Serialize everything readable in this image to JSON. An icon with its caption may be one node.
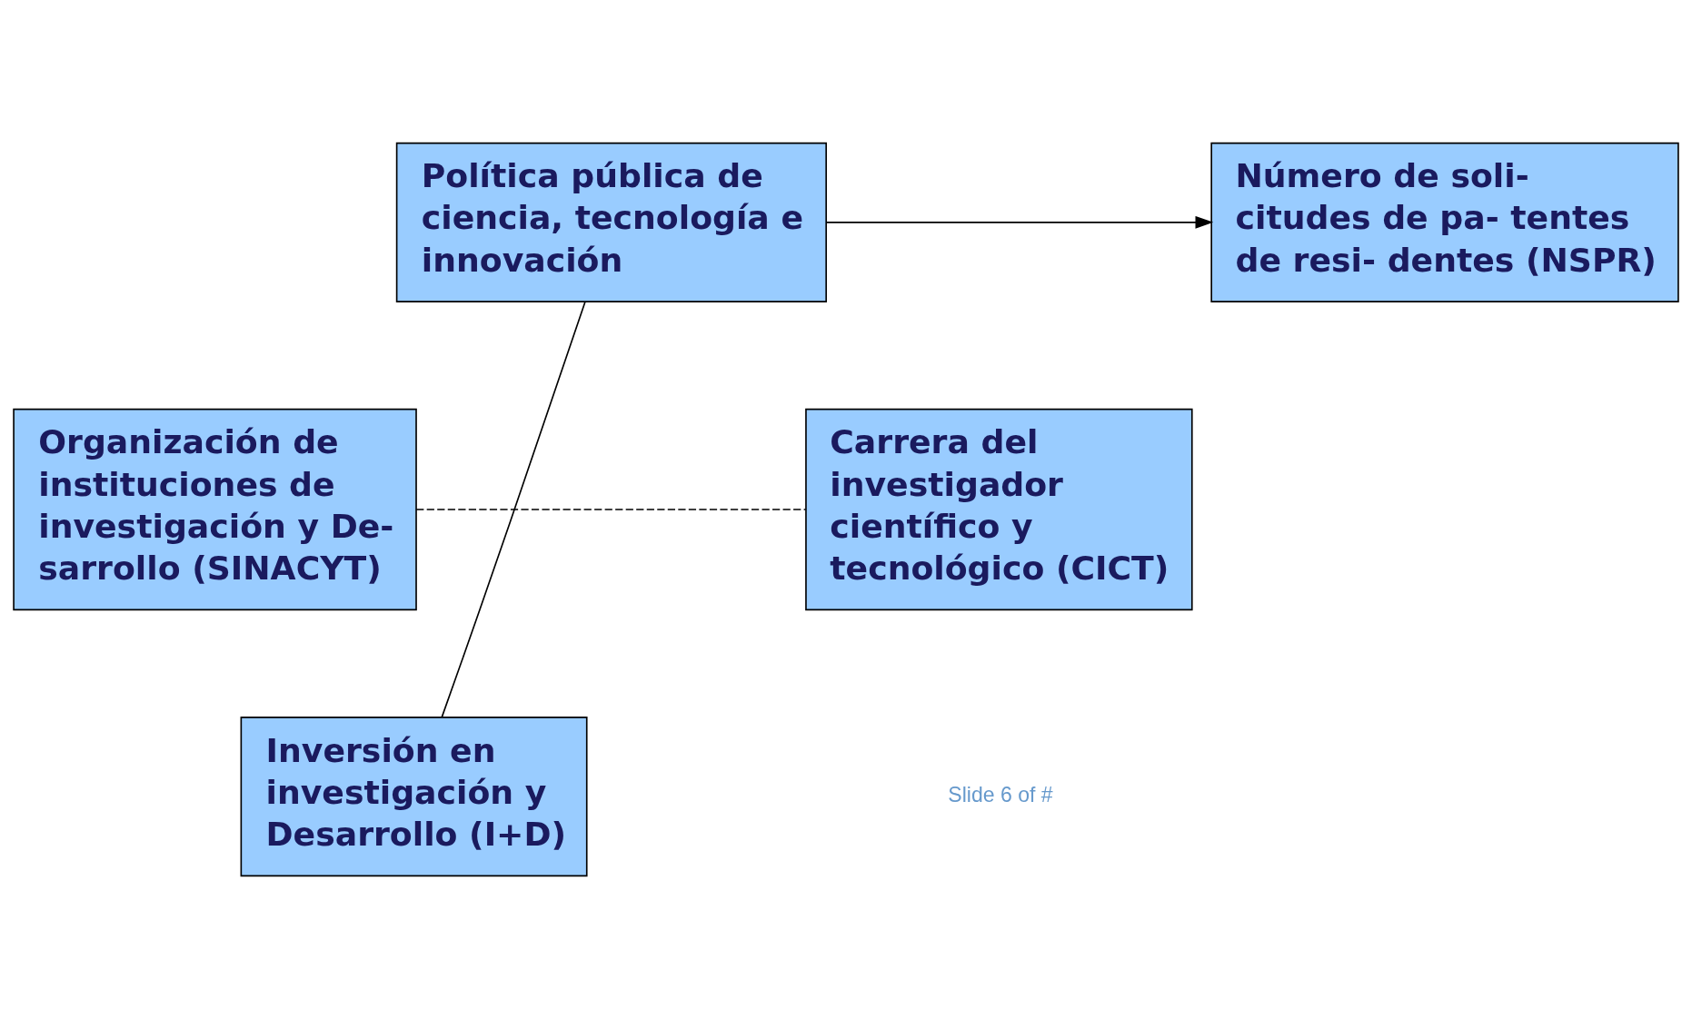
{
  "diagram": {
    "nodes": [
      {
        "text": [
          "Política pública de ciencia, tecnología e innovación"
        ]
      },
      {
        "text": [
          "Número de soli- citudes de pa- tentes de resi- dentes (NSPR)"
        ]
      },
      {
        "text": [
          "Organización de instituciones de investigación y De- sarrollo (SINACYT)"
        ]
      },
      {
        "text": [
          "Carrera del investigador científico y tecnológico (CICT)"
        ]
      },
      {
        "text": [
          "Inversión en investigación y Desarrollo (I+D)"
        ]
      }
    ],
    "edges": [
      {
        "from": 0,
        "to": 1,
        "arrow": "to"
      },
      {
        "from": 0,
        "to": 4,
        "arrow": "none"
      },
      {
        "from": 2,
        "to": 3,
        "arrow": "none",
        "style": "dashed"
      }
    ],
    "labels": [
      "Slide 6 of #"
    ]
  }
}
